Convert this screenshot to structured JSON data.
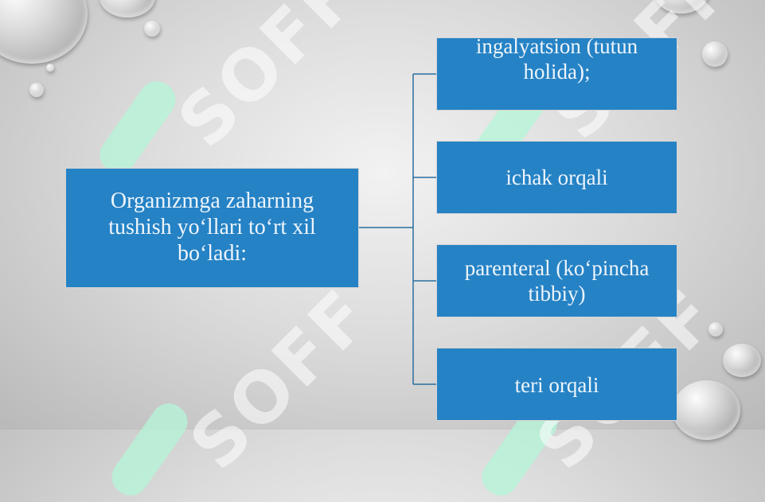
{
  "diagram": {
    "root": {
      "text": "Organizmga zaharning tushish yo‘llari to‘rt xil bo‘ladi:"
    },
    "children": [
      {
        "text": "ingalyatsion (tutun holida);"
      },
      {
        "text": "ichak orqali"
      },
      {
        "text": "parenteral (ko‘pincha tibbiy)"
      },
      {
        "text": "teri orqali"
      }
    ]
  },
  "watermark": "SOFF",
  "colors": {
    "box_fill": "#2582c5",
    "box_text": "#eef5fb",
    "connector": "#2a6f9e",
    "background": "#d8d8d8"
  }
}
